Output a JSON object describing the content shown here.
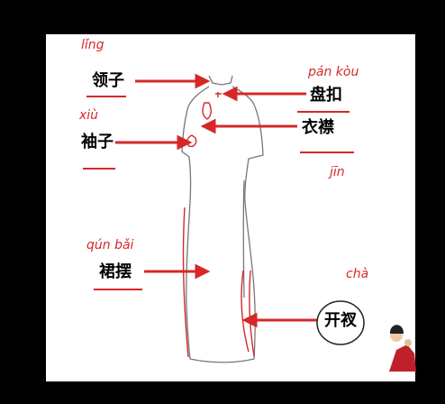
{
  "labels": {
    "collar": "领子",
    "button": "盘扣",
    "placket": "衣襟",
    "sleeve": "袖子",
    "hem": "裙摆",
    "slit": "开衩"
  },
  "pinyin": {
    "collar": "lǐng",
    "button": "pán kòu",
    "sleeve": "xiù",
    "placket": "jīn",
    "hem": "qún bǎi",
    "slit": "chà"
  },
  "colors": {
    "accent": "#d62828",
    "text": "#000000",
    "frame": "#000000",
    "canvas": "#ffffff"
  }
}
